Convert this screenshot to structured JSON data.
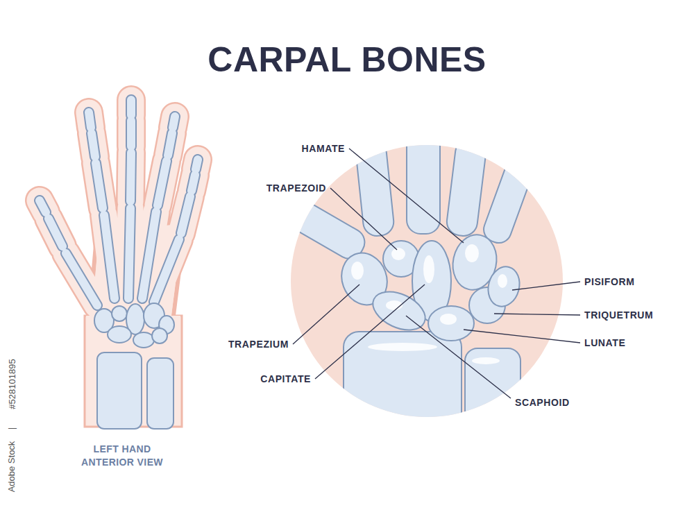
{
  "diagram": {
    "title": "CARPAL BONES",
    "labels": [
      "HAMATE",
      "TRAPEZOID",
      "PISIFORM",
      "TRIQUETRUM",
      "TRAPEZIUM",
      "LUNATE",
      "CAPITATE",
      "SCAPHOID",
      "LEFT HAND ANTERIOR VIEW",
      "#528101895",
      "|",
      "Adobe Stock"
    ]
  }
}
